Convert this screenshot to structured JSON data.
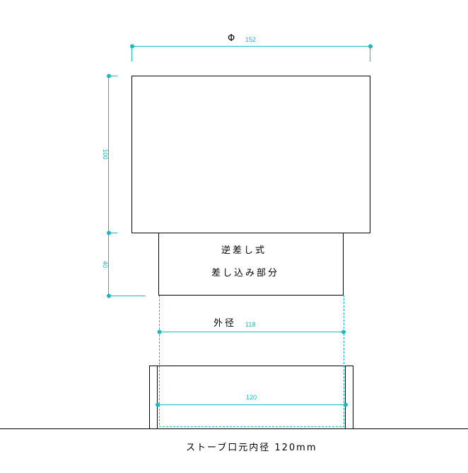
{
  "colors": {
    "dimension": "#1ab8c0",
    "outline": "#000000"
  },
  "dimensions": {
    "top_width_symbol": "Φ",
    "top_width": "152",
    "top_height": "100",
    "insert_height": "40",
    "outer_diameter_label": "外径",
    "outer_diameter": "118",
    "inner_diameter": "120"
  },
  "labels": {
    "insert_line1": "逆差し式",
    "insert_line2": "差し込み部分",
    "caption": "ストーブ口元内径 120mm"
  }
}
